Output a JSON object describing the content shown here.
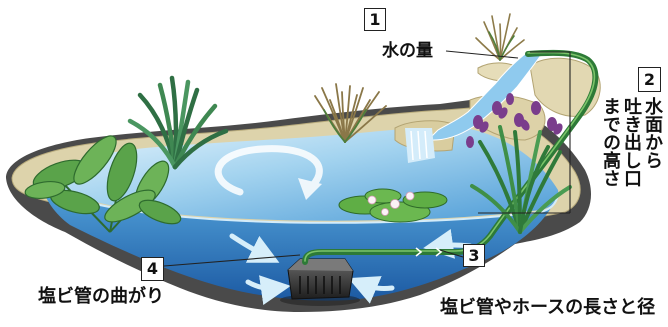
{
  "callouts": [
    {
      "number": "1",
      "label": "水の量"
    },
    {
      "number": "2",
      "lines": [
        "水面から",
        "吐き出し口",
        "までの高さ"
      ]
    },
    {
      "number": "3",
      "label": "塩ビ管やホースの長さと径"
    },
    {
      "number": "4",
      "label": "塩ビ管の曲がり"
    }
  ],
  "colors": {
    "hose": "#2d7a37",
    "iris_flower": "#7a3d8c",
    "pond_shell": "#4a4a4a",
    "rim": "#ddd3ab",
    "leader_line": "#222222"
  }
}
